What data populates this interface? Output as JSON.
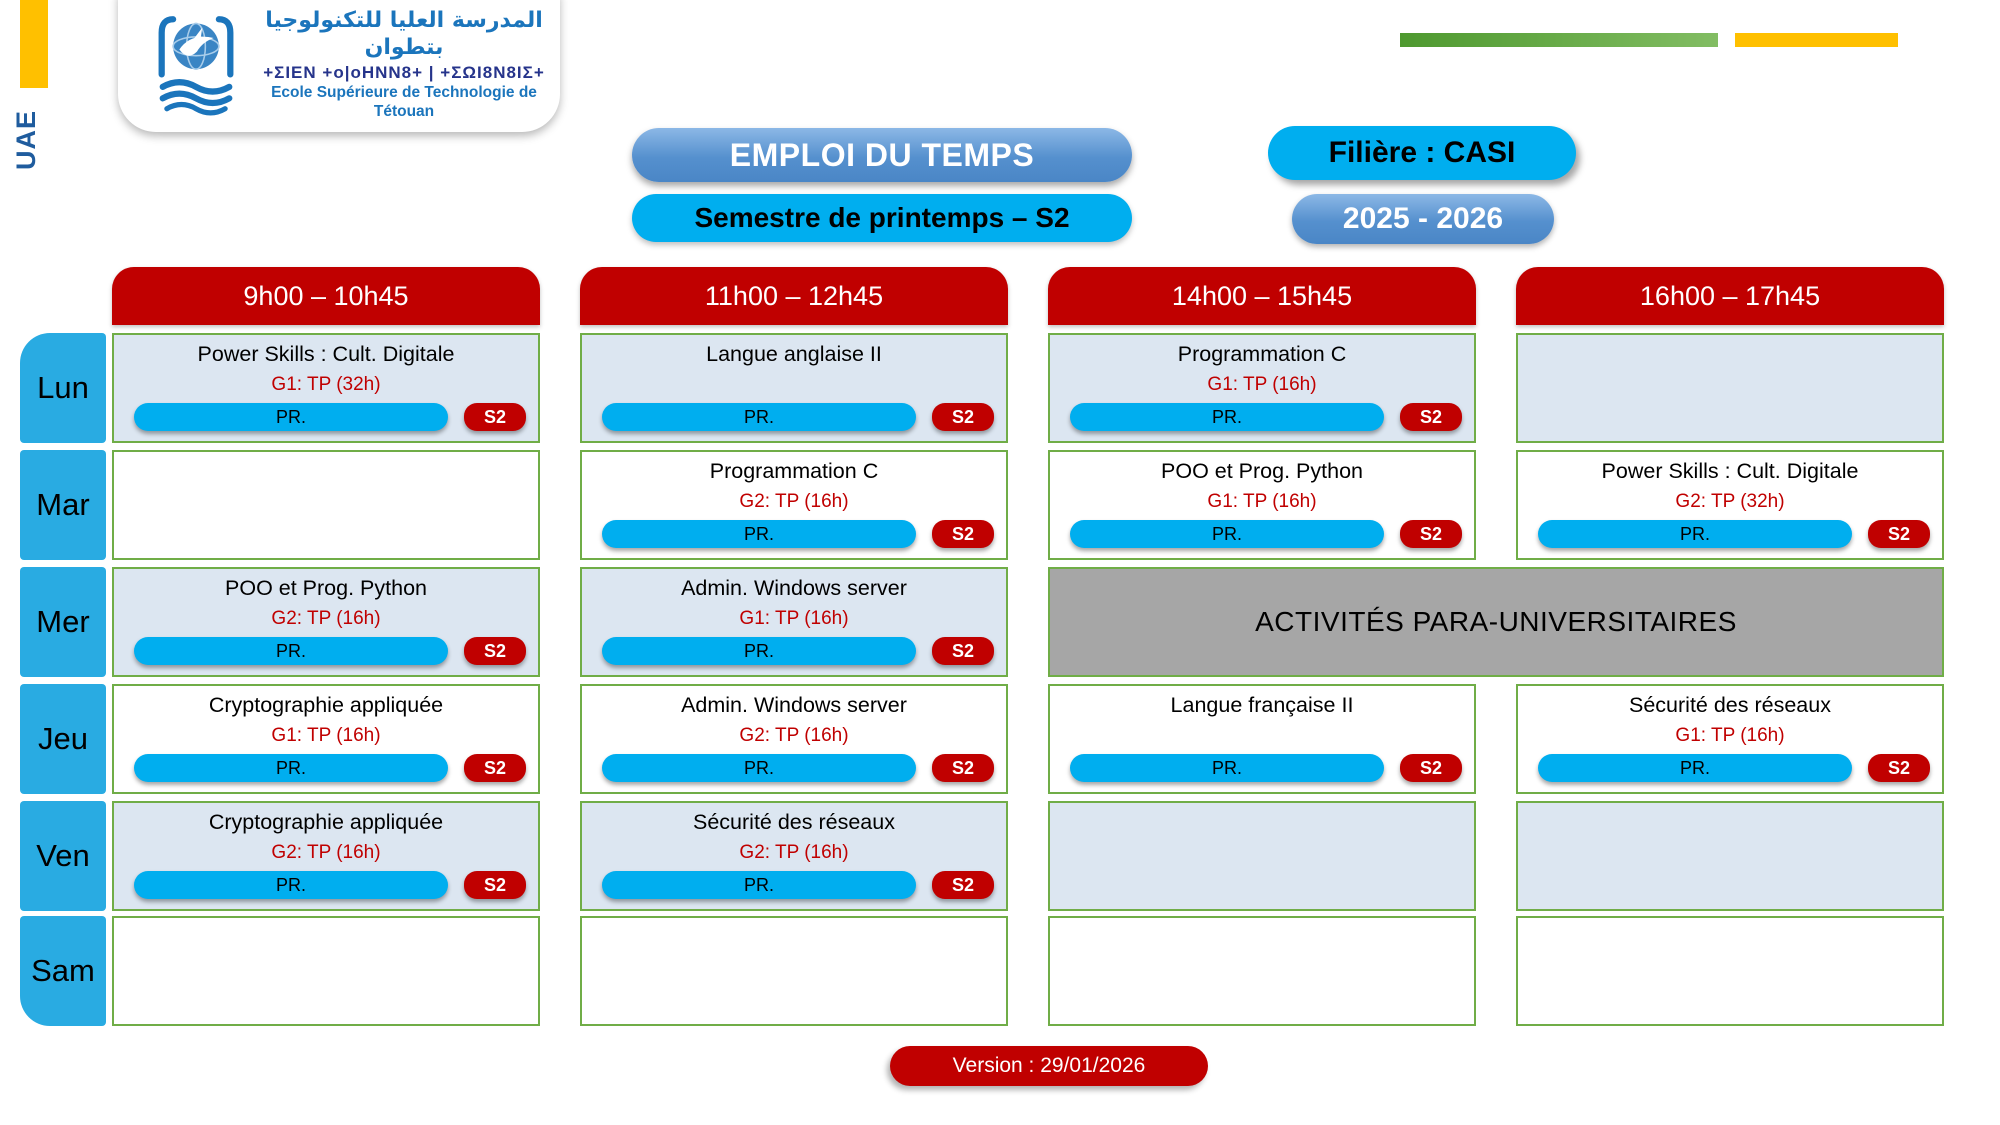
{
  "colors": {
    "dark_red": "#C00000",
    "cyan": "#29ABE2",
    "pill_cyan": "#00AEEF",
    "cell_shaded": "#DCE6F1",
    "border_green": "#70AD47",
    "banner_gray": "#A6A6A6",
    "accent_yellow": "#FFC000",
    "steel_blue": "#4A86C6"
  },
  "branding": {
    "uae_label": "UAE",
    "arabic_name": "المدرسة العليا للتكنولوجيا بتطوان",
    "tifinagh_name": "+ΣΙΕΝ +ο|οΗΝΝ8+ | +ΣΩΙ8Ν8ΙΣ+",
    "french_name": "Ecole Supérieure de Technologie de Tétouan"
  },
  "header": {
    "title": "EMPLOI DU TEMPS",
    "subtitle": "Semestre de printemps – S2",
    "filiere": "Filière : CASI",
    "year": "2025 - 2026"
  },
  "timetable": {
    "time_slots": [
      "9h00 – 10h45",
      "11h00 – 12h45",
      "14h00 – 15h45",
      "16h00 – 17h45"
    ],
    "days": [
      {
        "label": "Lun",
        "cells": [
          {
            "type": "course",
            "title": "Power Skills : Cult. Digitale",
            "group": "G1: TP (32h)",
            "room": "PR.",
            "badge": "S2",
            "shaded": true
          },
          {
            "type": "course",
            "title": "Langue anglaise II",
            "group": "",
            "room": "PR.",
            "badge": "S2",
            "shaded": true
          },
          {
            "type": "course",
            "title": "Programmation C",
            "group": "G1: TP (16h)",
            "room": "PR.",
            "badge": "S2",
            "shaded": true
          },
          {
            "type": "empty",
            "shaded": true
          }
        ]
      },
      {
        "label": "Mar",
        "cells": [
          {
            "type": "empty",
            "shaded": false
          },
          {
            "type": "course",
            "title": "Programmation C",
            "group": "G2: TP (16h)",
            "room": "PR.",
            "badge": "S2",
            "shaded": false
          },
          {
            "type": "course",
            "title": "POO et Prog. Python",
            "group": "G1: TP (16h)",
            "room": "PR.",
            "badge": "S2",
            "shaded": false
          },
          {
            "type": "course",
            "title": "Power Skills : Cult. Digitale",
            "group": "G2: TP (32h)",
            "room": "PR.",
            "badge": "S2",
            "shaded": false
          }
        ]
      },
      {
        "label": "Mer",
        "cells": [
          {
            "type": "course",
            "title": "POO et Prog. Python",
            "group": "G2: TP (16h)",
            "room": "PR.",
            "badge": "S2",
            "shaded": true
          },
          {
            "type": "course",
            "title": "Admin. Windows server",
            "group": "G1: TP (16h)",
            "room": "PR.",
            "badge": "S2",
            "shaded": true
          },
          {
            "type": "banner",
            "title": "ACTIVITÉS PARA-UNIVERSITAIRES",
            "span": 2
          }
        ]
      },
      {
        "label": "Jeu",
        "cells": [
          {
            "type": "course",
            "title": "Cryptographie appliquée",
            "group": "G1: TP (16h)",
            "room": "PR.",
            "badge": "S2",
            "shaded": false
          },
          {
            "type": "course",
            "title": "Admin. Windows server",
            "group": "G2: TP (16h)",
            "room": "PR.",
            "badge": "S2",
            "shaded": false
          },
          {
            "type": "course",
            "title": "Langue française II",
            "group": "",
            "room": "PR.",
            "badge": "S2",
            "shaded": false
          },
          {
            "type": "course",
            "title": "Sécurité des réseaux",
            "group": "G1: TP (16h)",
            "room": "PR.",
            "badge": "S2",
            "shaded": false
          }
        ]
      },
      {
        "label": "Ven",
        "cells": [
          {
            "type": "course",
            "title": "Cryptographie appliquée",
            "group": "G2: TP (16h)",
            "room": "PR.",
            "badge": "S2",
            "shaded": true
          },
          {
            "type": "course",
            "title": "Sécurité des réseaux",
            "group": "G2: TP (16h)",
            "room": "PR.",
            "badge": "S2",
            "shaded": true
          },
          {
            "type": "empty",
            "shaded": true
          },
          {
            "type": "empty",
            "shaded": true
          }
        ]
      },
      {
        "label": "Sam",
        "cells": [
          {
            "type": "empty",
            "shaded": false
          },
          {
            "type": "empty",
            "shaded": false
          },
          {
            "type": "empty",
            "shaded": false
          },
          {
            "type": "empty",
            "shaded": false
          }
        ]
      }
    ]
  },
  "footer": {
    "version": "Version : 29/01/2026"
  }
}
